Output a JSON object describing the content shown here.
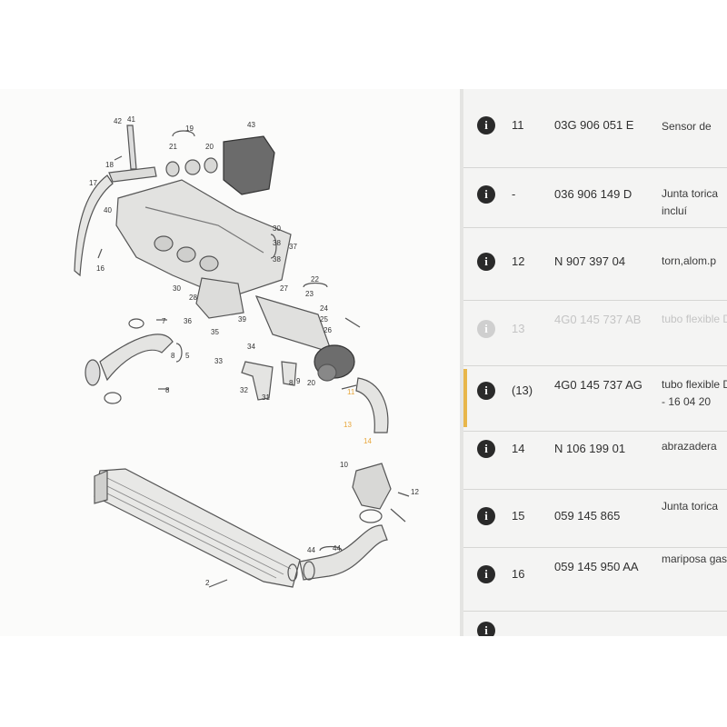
{
  "diagram": {
    "callouts": [
      "42",
      "41",
      "19",
      "43",
      "21",
      "20",
      "18",
      "17",
      "40",
      "16",
      "30",
      "30",
      "38",
      "37",
      "38",
      "36",
      "35",
      "39",
      "27",
      "22",
      "28",
      "23",
      "24",
      "25",
      "26",
      "7",
      "8",
      "5",
      "8",
      "33",
      "34",
      "32",
      "31",
      "8",
      "9",
      "20",
      "10",
      "12",
      "14",
      "13",
      "11",
      "2",
      "44",
      "44"
    ]
  },
  "parts_table": {
    "rows": [
      {
        "pos": "11",
        "part": "03G 906 051 E",
        "desc": "Sensor de"
      },
      {
        "pos": "-",
        "part": "036 906 149 D",
        "desc": "Junta torica incluí"
      },
      {
        "pos": "12",
        "part": "N  907 397 04",
        "desc": "torn,alom.p"
      },
      {
        "pos": "13",
        "part": "4G0 145 737 AB",
        "desc": "tubo flexible D"
      },
      {
        "pos": "(13)",
        "part": "4G0 145 737 AG",
        "desc": "tubo flexible D - 16 04 20"
      },
      {
        "pos": "14",
        "part": "N  106 199 01",
        "desc": "abrazadera"
      },
      {
        "pos": "15",
        "part": "059 145 865",
        "desc": "Junta torica"
      },
      {
        "pos": "16",
        "part": "059 145 950 AA",
        "desc": "mariposa gas"
      }
    ]
  },
  "colors": {
    "highlight": "#e8b64a",
    "info_icon": "#2a2a2a"
  }
}
